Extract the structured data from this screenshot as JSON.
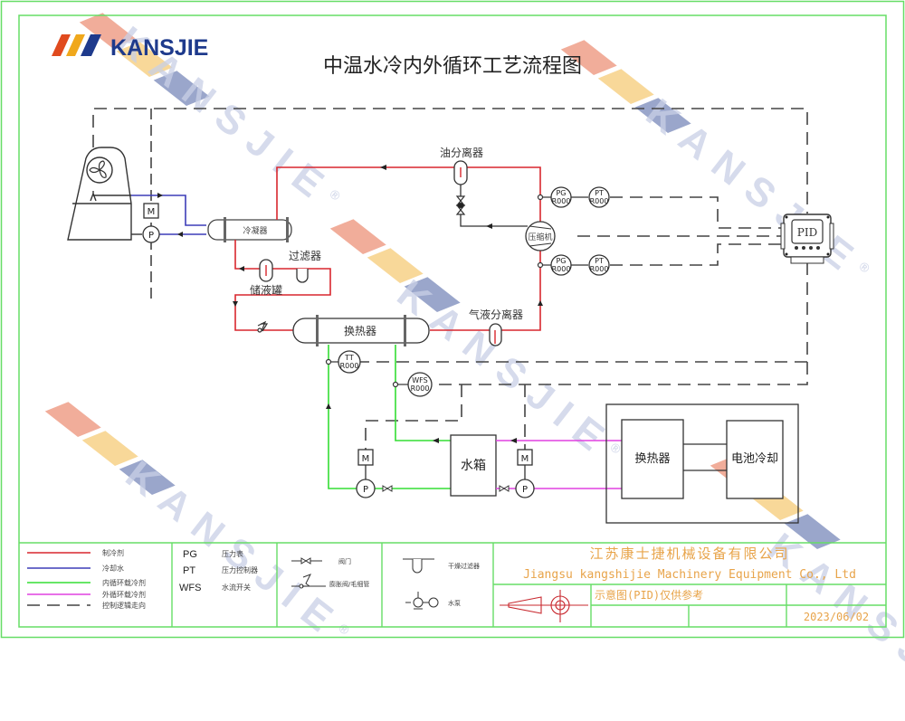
{
  "logo": {
    "brand": "KANSJIE",
    "stripe_colors": [
      "#e04a1e",
      "#f0a81c",
      "#1e3a8c"
    ],
    "brand_color": "#1e3a8c"
  },
  "watermark": {
    "text": "KANSJIE",
    "registered": "®"
  },
  "title": "中温水冷内外循环工艺流程图",
  "components": {
    "cooling_tower": {
      "icon": "fan-icon"
    },
    "condenser": "冷凝器",
    "oil_separator": "油分离器",
    "filter": "过滤器",
    "receiver": "储液罐",
    "heat_exchanger": "换热器",
    "gas_liquid_separator": "气液分离器",
    "compressor": "压缩机",
    "pid_controller": "PID",
    "water_tank": "水箱",
    "ext_heat_exchanger": "换热器",
    "battery_cooling": "电池冷却",
    "motor": "M",
    "pump": "P"
  },
  "instruments": [
    {
      "tag": "PG",
      "id": "R000"
    },
    {
      "tag": "PT",
      "id": "R000"
    },
    {
      "tag": "PG",
      "id": "R000"
    },
    {
      "tag": "PT",
      "id": "R000"
    },
    {
      "tag": "TT",
      "id": "R000"
    },
    {
      "tag": "WFS",
      "id": "R000"
    }
  ],
  "colors": {
    "refrigerant": "#d9272e",
    "cooling_water": "#3d3db8",
    "inner_loop": "#33dd33",
    "outer_loop": "#e040e0",
    "control": "#444444",
    "frame": "#66dd66",
    "title_block_text": "#e8a44a",
    "symbol_red": "#c8282e"
  },
  "legend": {
    "lines": [
      {
        "label": "制冷剂",
        "color": "#d9272e",
        "dashed": false
      },
      {
        "label": "冷却水",
        "color": "#3d3db8",
        "dashed": false
      },
      {
        "label": "内循环载冷剂",
        "color": "#33dd33",
        "dashed": false
      },
      {
        "label": "外循环载冷剂",
        "color": "#e040e0",
        "dashed": false
      },
      {
        "label": "控制逻辑走向",
        "color": "#444444",
        "dashed": true
      }
    ],
    "abbreviations": [
      {
        "abbr": "PG",
        "meaning": "压力表"
      },
      {
        "abbr": "PT",
        "meaning": "压力控制器"
      },
      {
        "abbr": "WFS",
        "meaning": "水流开关"
      }
    ],
    "symbols": [
      {
        "label": "阀门",
        "icon": "valve-icon"
      },
      {
        "label": "膨胀阀/毛细管",
        "icon": "expansion-valve-icon"
      },
      {
        "label": "干燥过滤器",
        "icon": "dryer-filter-icon"
      },
      {
        "label": "水泵",
        "icon": "water-pump-icon"
      }
    ]
  },
  "title_block": {
    "company_cn": "江苏康士捷机械设备有限公司",
    "company_en": "Jiangsu kangshijie Machinery Equipment Co., Ltd",
    "note": "示意图(PID)仅供参考",
    "date": "2023/06/02"
  }
}
